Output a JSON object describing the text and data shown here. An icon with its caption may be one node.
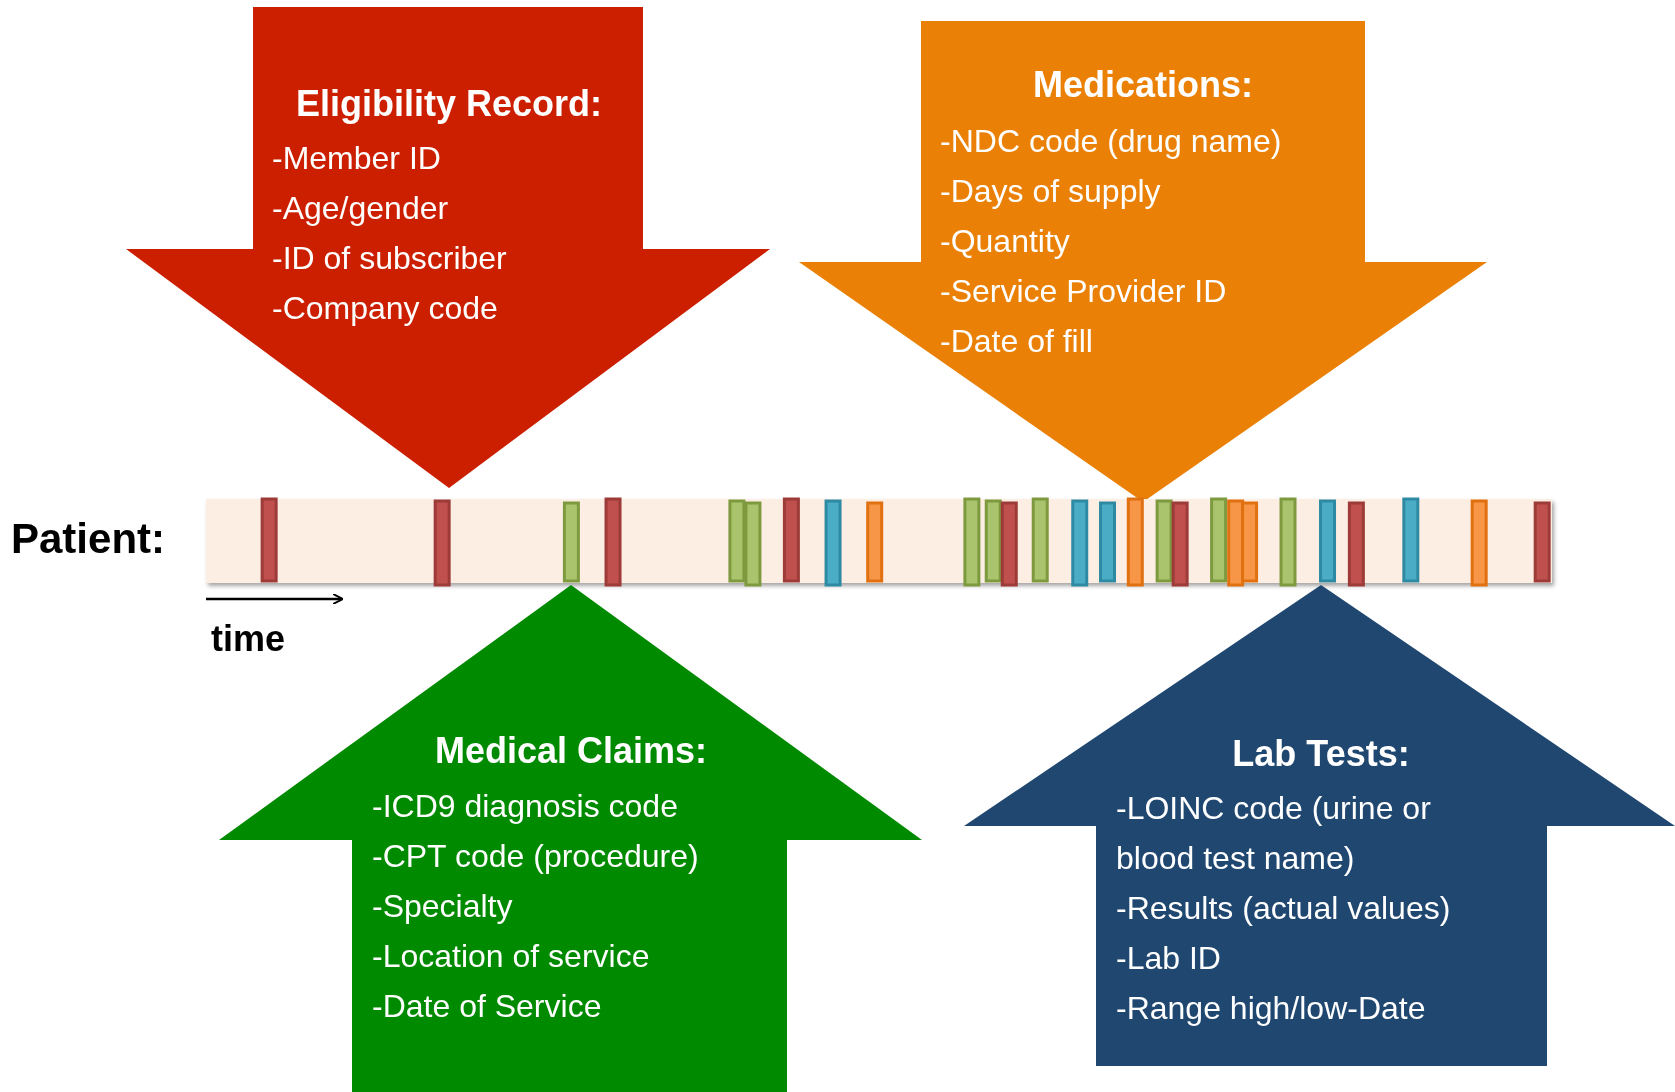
{
  "diagram": {
    "nodes": [
      {
        "text": [
          "Eligibility Record:",
          "-Member ID",
          "-Age/gender",
          "-ID of subscriber",
          "-Company code"
        ]
      },
      {
        "text": [
          "Medications:",
          "-NDC code (drug name)",
          "-Days of supply",
          "-Quantity",
          "-Service Provider ID",
          "-Date of fill"
        ]
      },
      {
        "text": [],
        "shape": "bar",
        "beside": [
          "Patient:"
        ]
      },
      {
        "text": [
          "Medical Claims:",
          "-ICD9 diagnosis code",
          "-CPT code (procedure)",
          "-Specialty",
          "-Location of service",
          "-Date of Service"
        ]
      },
      {
        "text": [
          "Lab Tests:",
          "-LOINC code (urine or blood test name)",
          "-Results (actual values)",
          "-Lab ID",
          "-Range high/low-Date"
        ]
      }
    ],
    "labels": [
      "time"
    ]
  }
}
